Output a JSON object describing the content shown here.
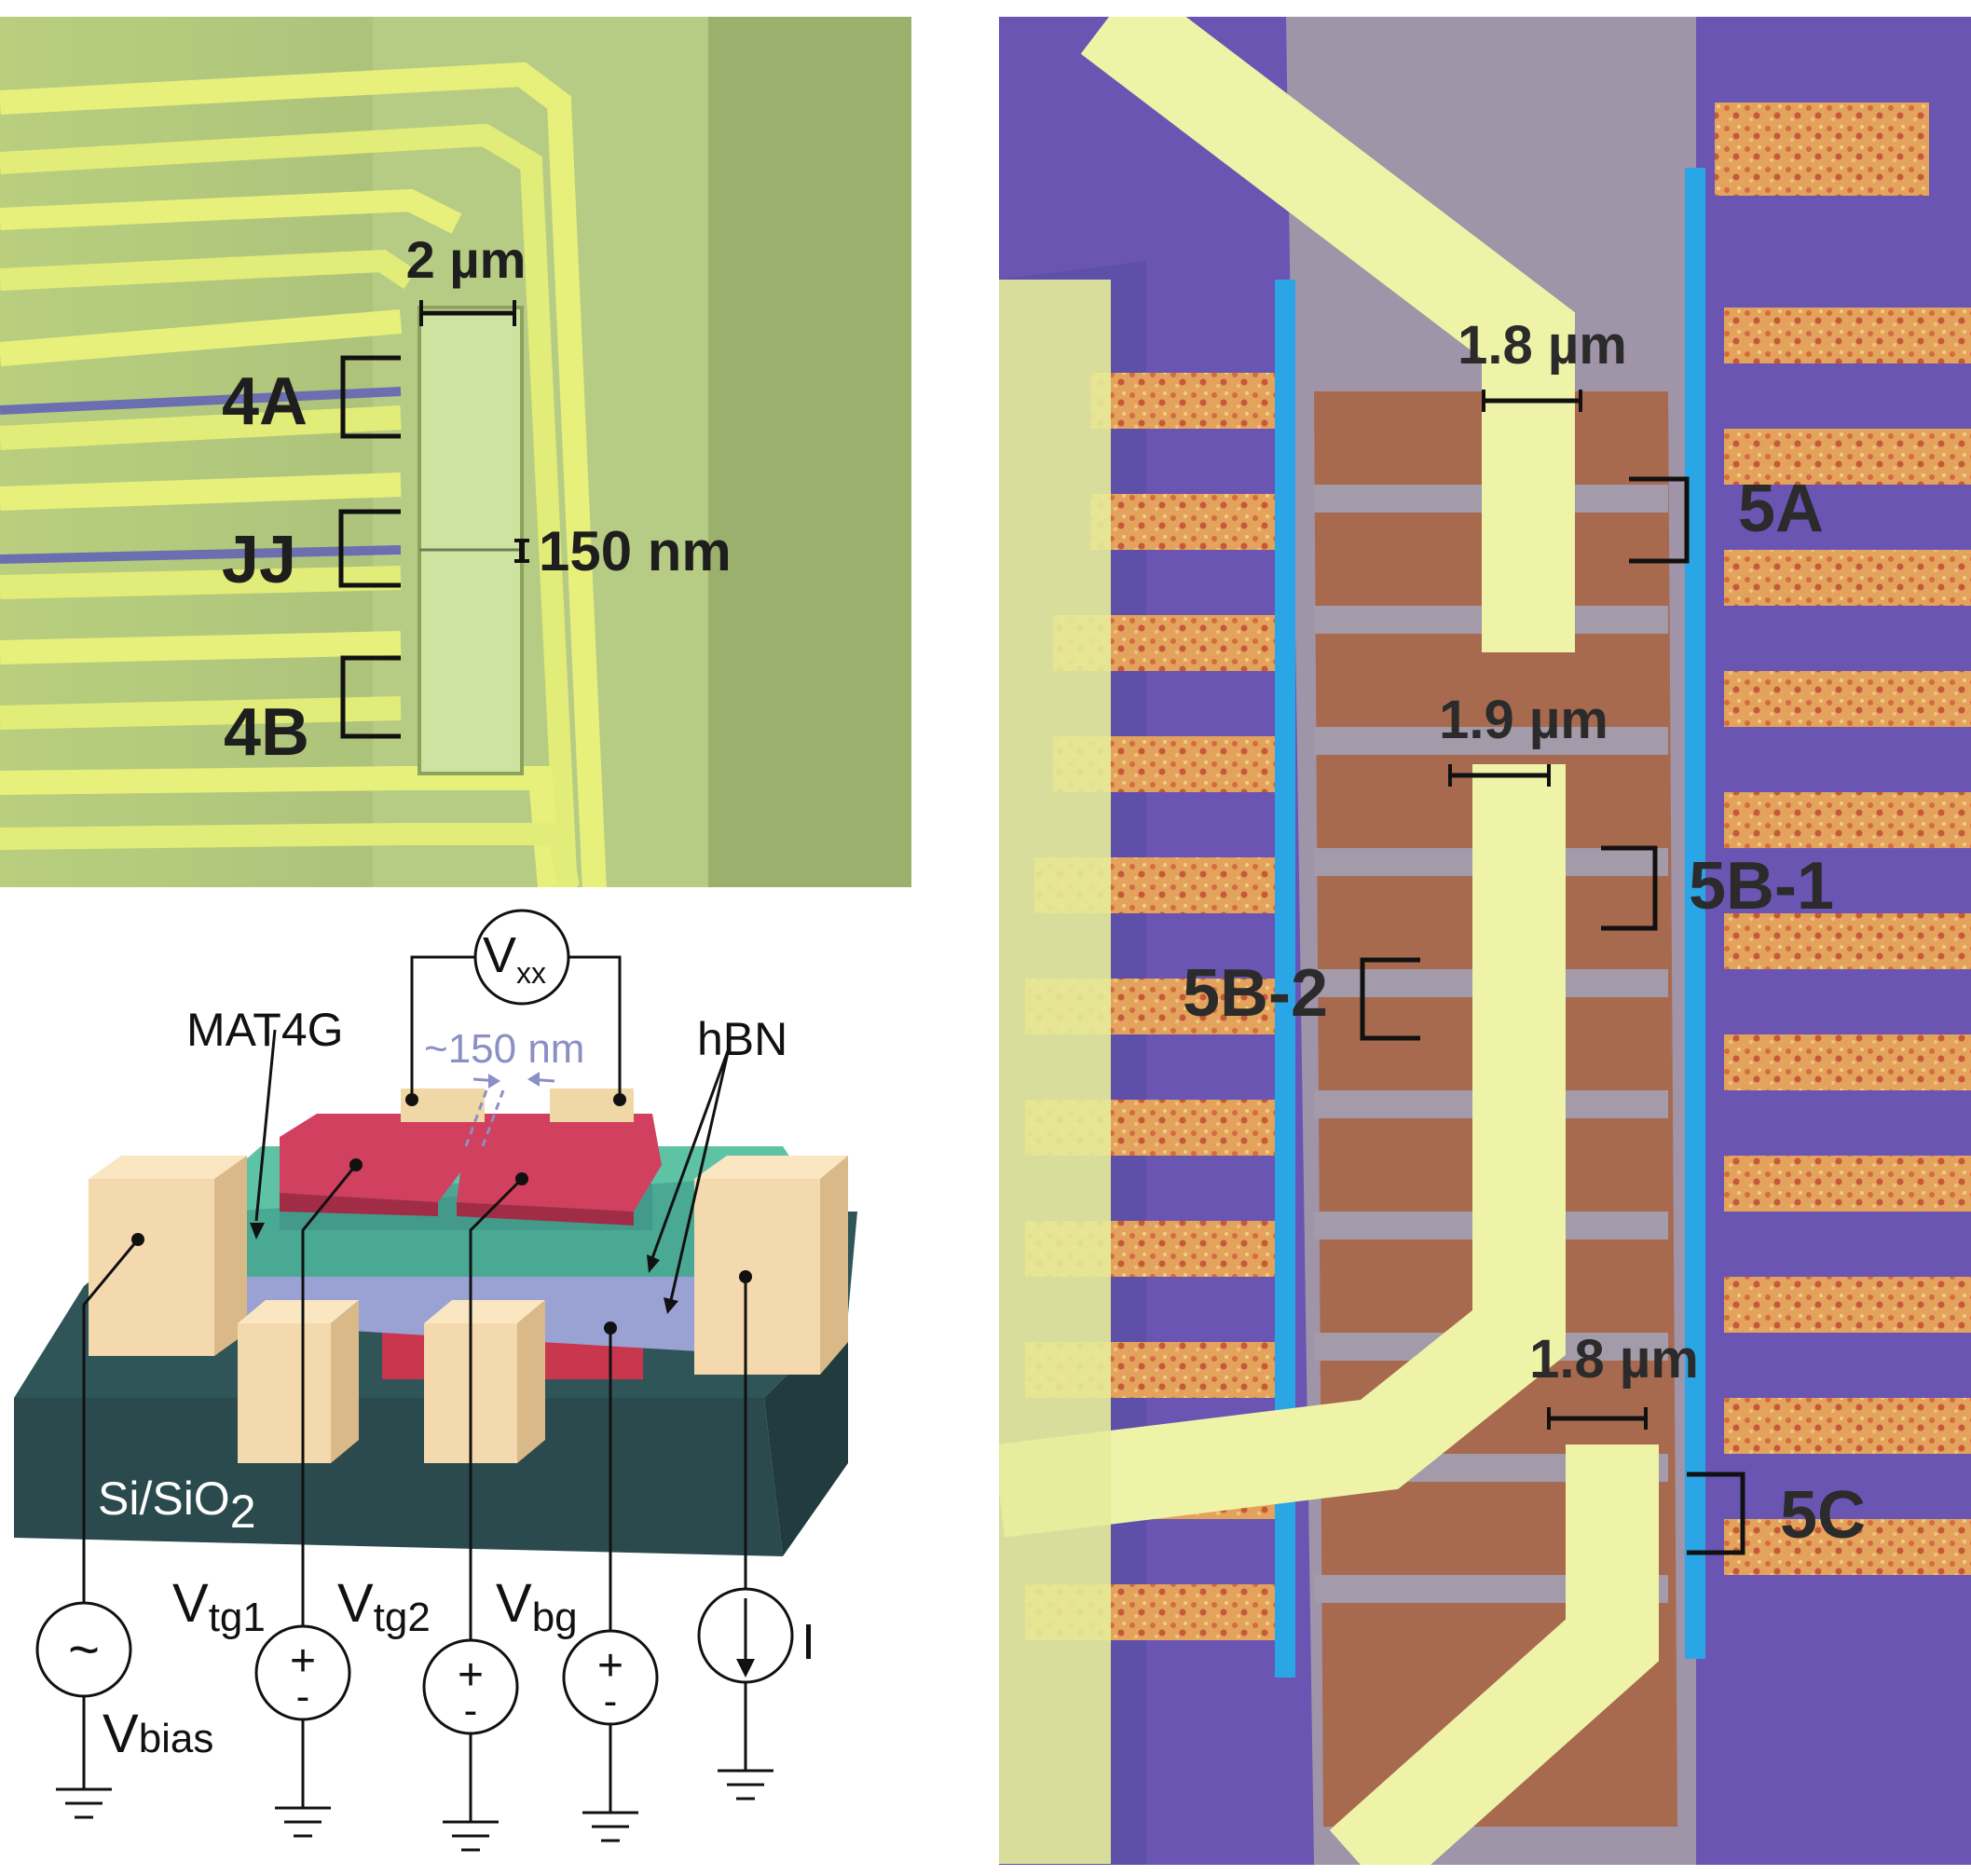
{
  "micrograph_a": {
    "scale_label": "2 µm",
    "regions": [
      "4A",
      "JJ",
      "4B"
    ],
    "junction_label": "150 nm"
  },
  "schematic": {
    "voltmeter": "V",
    "voltmeter_sub": "xx",
    "gap_label": "~150 nm",
    "material_left": "MAT4G",
    "material_right": "hBN",
    "substrate": "Si/SiO",
    "substrate_sub": "2",
    "vtg1": "V",
    "vtg1_sub": "tg1",
    "vtg2": "V",
    "vtg2_sub": "tg2",
    "vbg": "V",
    "vbg_sub": "bg",
    "vbias": "V",
    "vbias_sub": "bias",
    "current": "I",
    "ac_symbol": "~",
    "plus": "+",
    "minus": "-"
  },
  "micrograph_b": {
    "scale_top": "1.8 µm",
    "scale_mid": "1.9 µm",
    "scale_bottom": "1.8 µm",
    "region_5a": "5A",
    "region_5b1": "5B-1",
    "region_5b2": "5B-2",
    "region_5c": "5C"
  },
  "colors": {
    "gold": "#f3d9ad",
    "red_gate": "#d1405e",
    "teal": "#5dc3a4",
    "hbn": "#9aa2d4",
    "substrate": "#2c4c4f",
    "micro_yellow": "#eef3a8",
    "micro_purple": "#6a4fb0",
    "micro_orange": "#e09a55"
  }
}
